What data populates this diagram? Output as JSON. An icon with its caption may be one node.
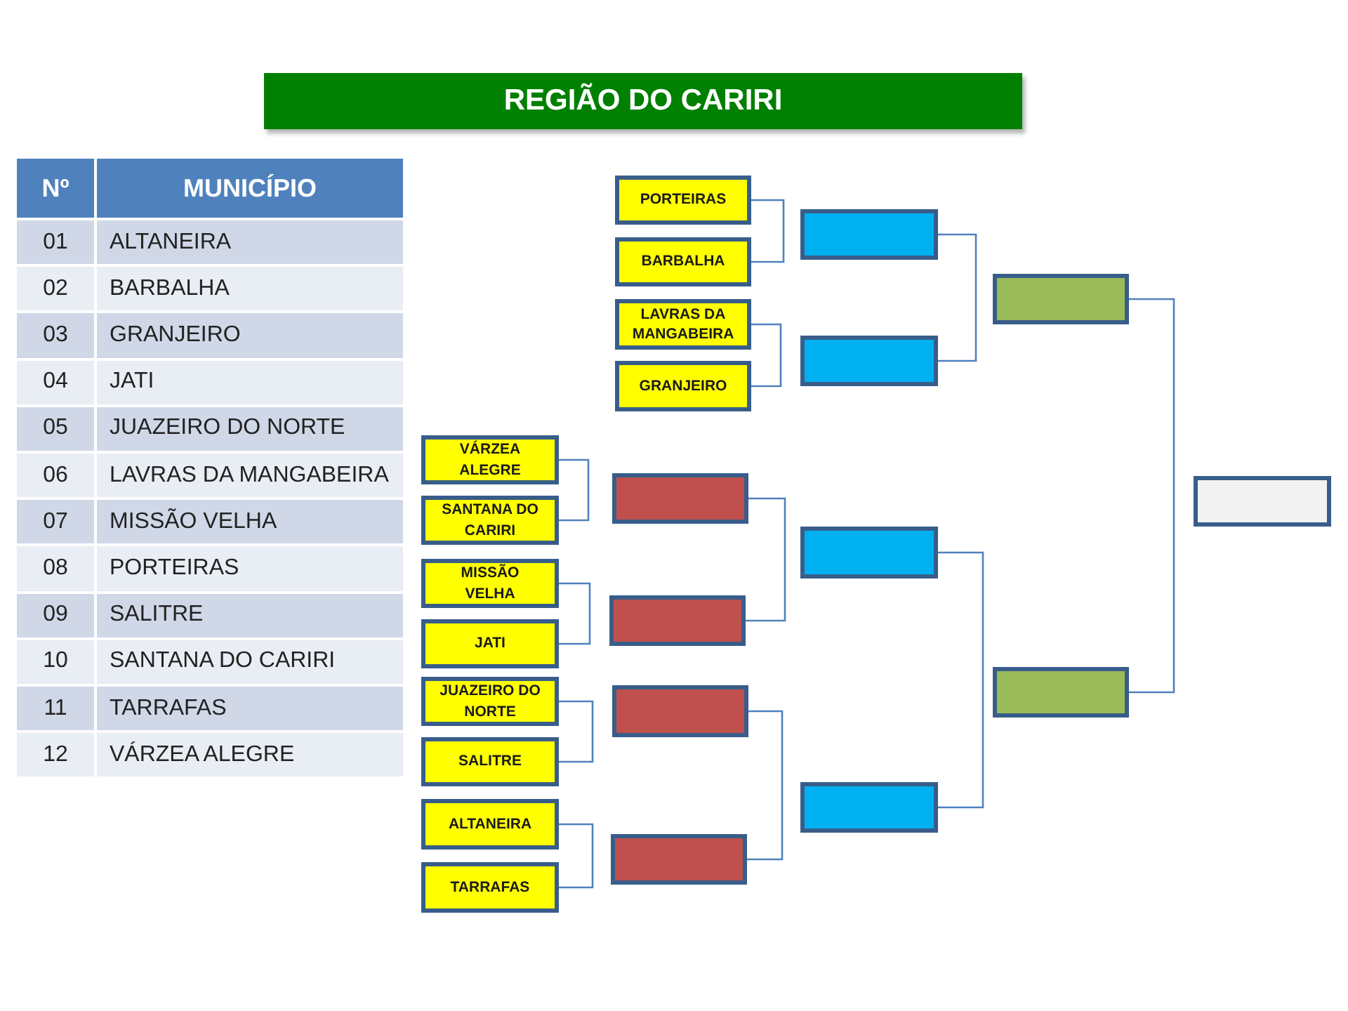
{
  "diagram": {
    "title": "REGIÃO DO CARIRI",
    "nodes": [
      {
        "text": [
          "PORTEIRAS"
        ]
      },
      {
        "text": [
          "BARBALHA"
        ]
      },
      {
        "text": [
          "LAVRAS DA MANGABEIRA"
        ]
      },
      {
        "text": [
          "GRANJEIRO"
        ]
      },
      {
        "text": [
          "VÁRZEA ALEGRE"
        ]
      },
      {
        "text": [
          "SANTANA DO CARIRI"
        ]
      },
      {
        "text": [
          "MISSÃO VELHA"
        ]
      },
      {
        "text": [
          "JATI"
        ]
      },
      {
        "text": [
          "JUAZEIRO DO NORTE"
        ]
      },
      {
        "text": [
          "SALITRE"
        ]
      },
      {
        "text": [
          "ALTANEIRA"
        ]
      },
      {
        "text": [
          "TARRAFAS"
        ]
      },
      {
        "text": [],
        "shape": "box"
      },
      {
        "text": [],
        "shape": "box"
      },
      {
        "text": [],
        "shape": "box"
      },
      {
        "text": [],
        "shape": "box"
      },
      {
        "text": [],
        "shape": "box"
      },
      {
        "text": [],
        "shape": "box"
      },
      {
        "text": [],
        "shape": "box"
      },
      {
        "text": [],
        "shape": "box"
      },
      {
        "text": [],
        "shape": "box"
      },
      {
        "text": [],
        "shape": "box"
      },
      {
        "text": [],
        "shape": "box"
      }
    ],
    "edges": [
      {
        "from": 0,
        "to": 1,
        "arrow": "none"
      },
      {
        "from": 2,
        "to": 3,
        "arrow": "none"
      },
      {
        "from": 4,
        "to": 5,
        "arrow": "none"
      },
      {
        "from": 6,
        "to": 7,
        "arrow": "none"
      },
      {
        "from": 8,
        "to": 9,
        "arrow": "none"
      },
      {
        "from": 10,
        "to": 11,
        "arrow": "none"
      },
      {
        "from": 12,
        "to": 13,
        "arrow": "none"
      },
      {
        "from": 14,
        "to": 15,
        "arrow": "none"
      },
      {
        "from": 16,
        "to": 17,
        "arrow": "none"
      },
      {
        "from": 18,
        "to": 19,
        "arrow": "none"
      },
      {
        "from": 20,
        "to": 21,
        "arrow": "none"
      }
    ],
    "labels": [
      "Nº",
      "MUNICÍPIO",
      "01",
      "ALTANEIRA",
      "02",
      "BARBALHA",
      "03",
      "GRANJEIRO",
      "04",
      "JATI",
      "05",
      "JUAZEIRO DO NORTE",
      "06",
      "LAVRAS DA MANGABEIRA",
      "07",
      "MISSÃO VELHA",
      "08",
      "PORTEIRAS",
      "09",
      "SALITRE",
      "10",
      "SANTANA DO CARIRI",
      "11",
      "TARRAFAS",
      "12",
      "VÁRZEA ALEGRE"
    ]
  }
}
